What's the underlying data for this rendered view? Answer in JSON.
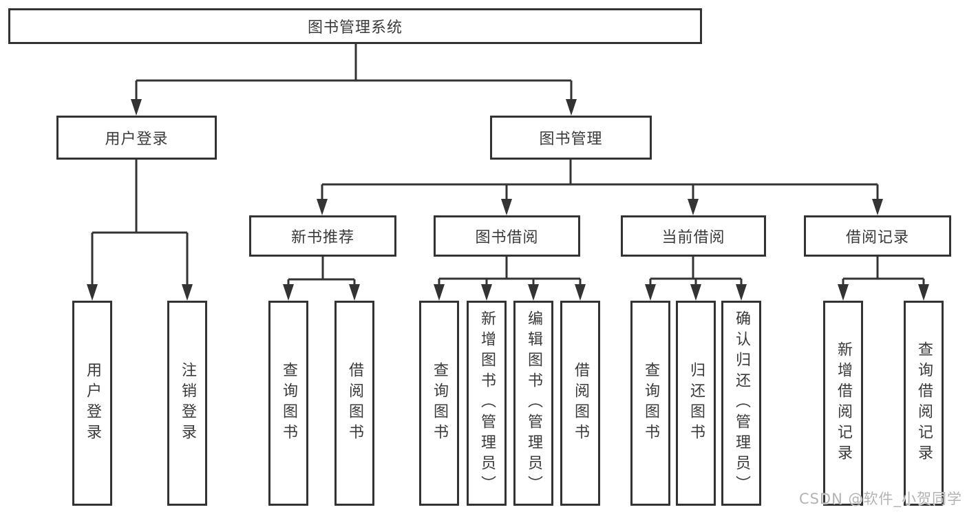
{
  "diagram": {
    "root": {
      "label": "图书管理系统"
    },
    "level2": [
      {
        "label": "用户登录"
      },
      {
        "label": "图书管理"
      }
    ],
    "level3": [
      {
        "label": "新书推荐"
      },
      {
        "label": "图书借阅"
      },
      {
        "label": "当前借阅"
      },
      {
        "label": "借阅记录"
      }
    ],
    "leaves": {
      "user_login": [
        "用户登录",
        "注销登录"
      ],
      "new_book": [
        "查询图书",
        "借阅图书"
      ],
      "book_borrow": [
        "查询图书",
        "新增图书（管理员）",
        "编辑图书（管理员）",
        "借阅图书"
      ],
      "current_borrow": [
        "查询图书",
        "归还图书",
        "确认归还（管理员）"
      ],
      "borrow_records": [
        "新增借阅记录",
        "查询借阅记录"
      ]
    },
    "colors": {
      "line": "#333333",
      "box_border": "#333333",
      "text": "#3a3a3a",
      "watermark": "#b3b3b3",
      "background": "#ffffff"
    },
    "watermark": "CSDN @软件_小贺同学"
  }
}
